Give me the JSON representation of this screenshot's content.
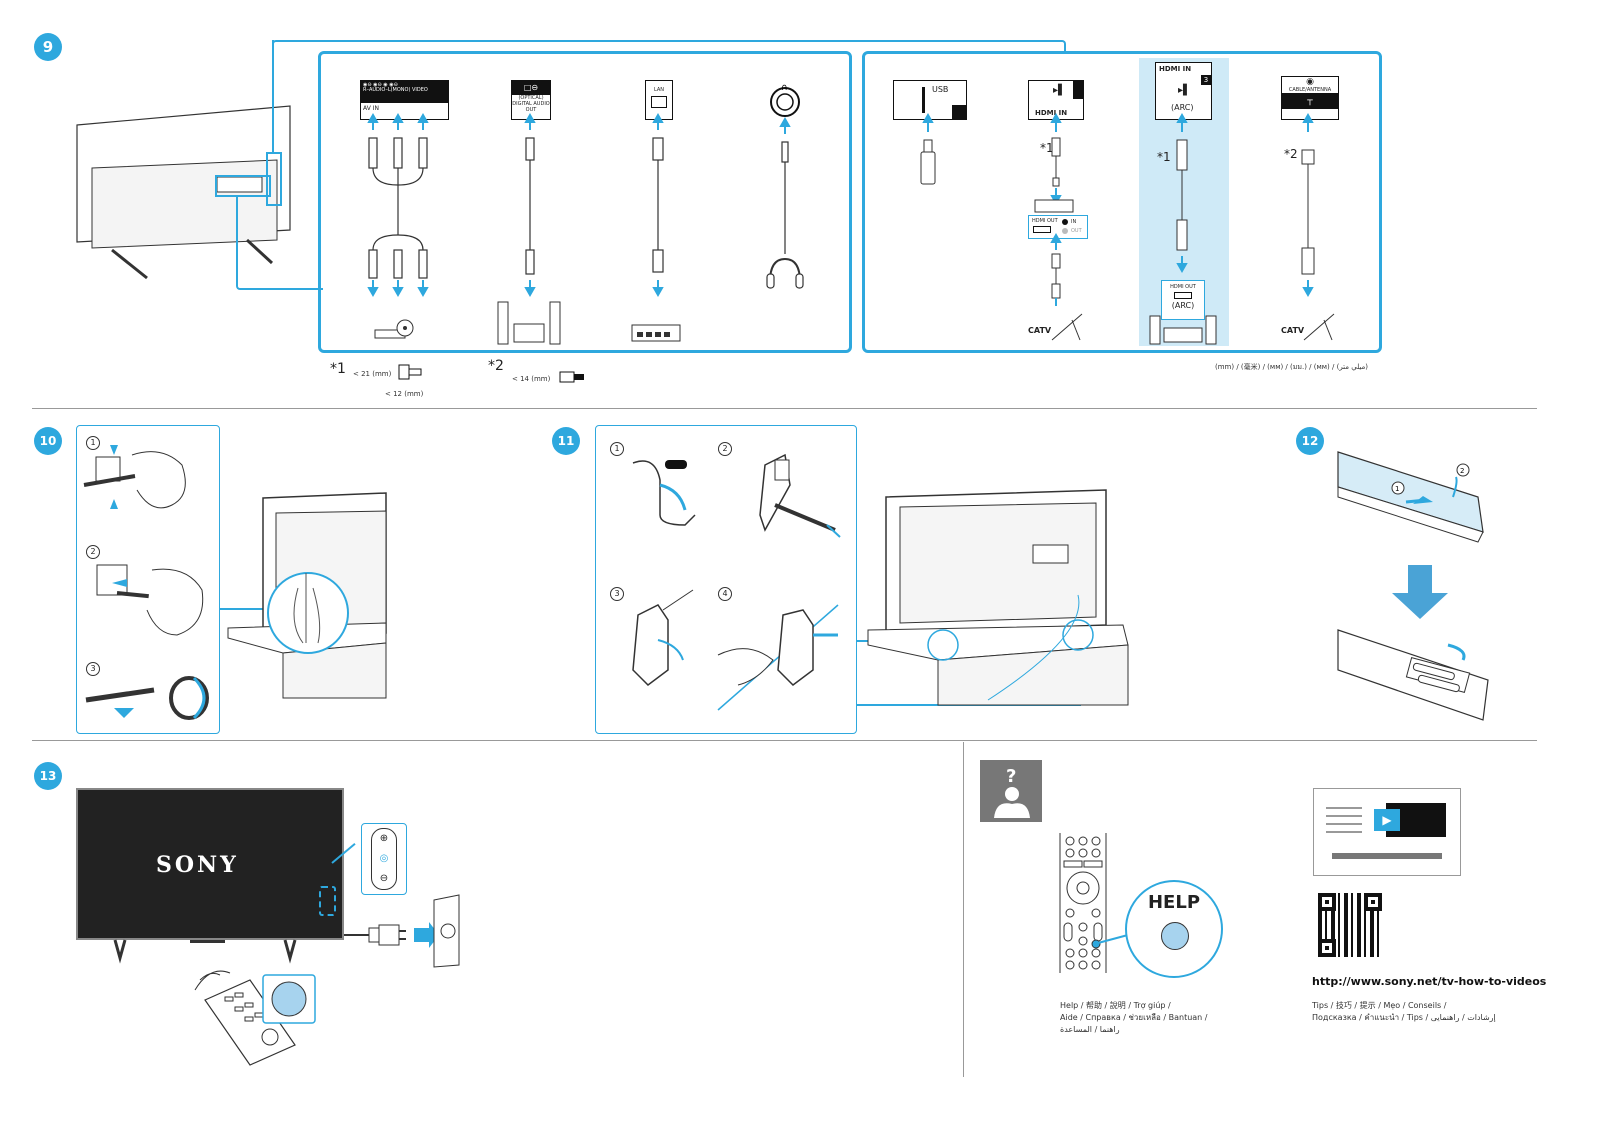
{
  "steps": {
    "s9": "9",
    "s10": "10",
    "s11": "11",
    "s12": "12",
    "s13": "13"
  },
  "connections": {
    "av_in_header": "R–AUDIO–L(MONO)  VIDEO",
    "av_in_sub": "AV IN",
    "optical_label": "(OPTICAL)",
    "digital_audio_out": "DIGITAL AUDIO OUT",
    "lan": "LAN",
    "usb": "USB",
    "hdmi_in": "HDMI IN",
    "hdmi_in_3": "3",
    "arc": "(ARC)",
    "arc_box": "(ARC)",
    "hdmi_out": "HDMI OUT",
    "hdmi_out_box": "HDMI OUT",
    "in_label": "IN",
    "out_label": "OUT",
    "cable_antenna": "CABLE/ANTENNA",
    "catv1": "CATV",
    "catv2": "CATV",
    "star1a": "*1",
    "star1b": "*1",
    "star2": "*2"
  },
  "footnotes": {
    "n1_mark": "*1",
    "n1_dim1": "< 21 (mm)",
    "n1_dim2": "< 12 (mm)",
    "n2_mark": "*2",
    "n2_dim": "< 14 (mm)",
    "units": "(mm) / (毫米) / (мм) / (มม.) / (мм) / (ميلي متر)"
  },
  "tv": {
    "brand": "SONY"
  },
  "help": {
    "button": "HELP",
    "caption_line1": "Help / 帮助 / 說明 / Trợ giúp /",
    "caption_line2": "Aide / Справка / ช่วยเหลือ / Bantuan /",
    "caption_line3": "راهنما / المساعدة"
  },
  "tips": {
    "url": "http://www.sony.net/tv-how-to-videos",
    "caption_line1": "Tips / 技巧 / 提示 / Mẹo / Conseils /",
    "caption_line2": "Подсказка / คำแนะนำ / Tips / إرشادات / راهنمایی"
  },
  "remote_steps": {
    "one": "1",
    "two": "2",
    "three": "3",
    "four": "4"
  },
  "colors": {
    "accent": "#2ea8de",
    "light_panel": "#cfeaf7",
    "screen": "#222222"
  }
}
